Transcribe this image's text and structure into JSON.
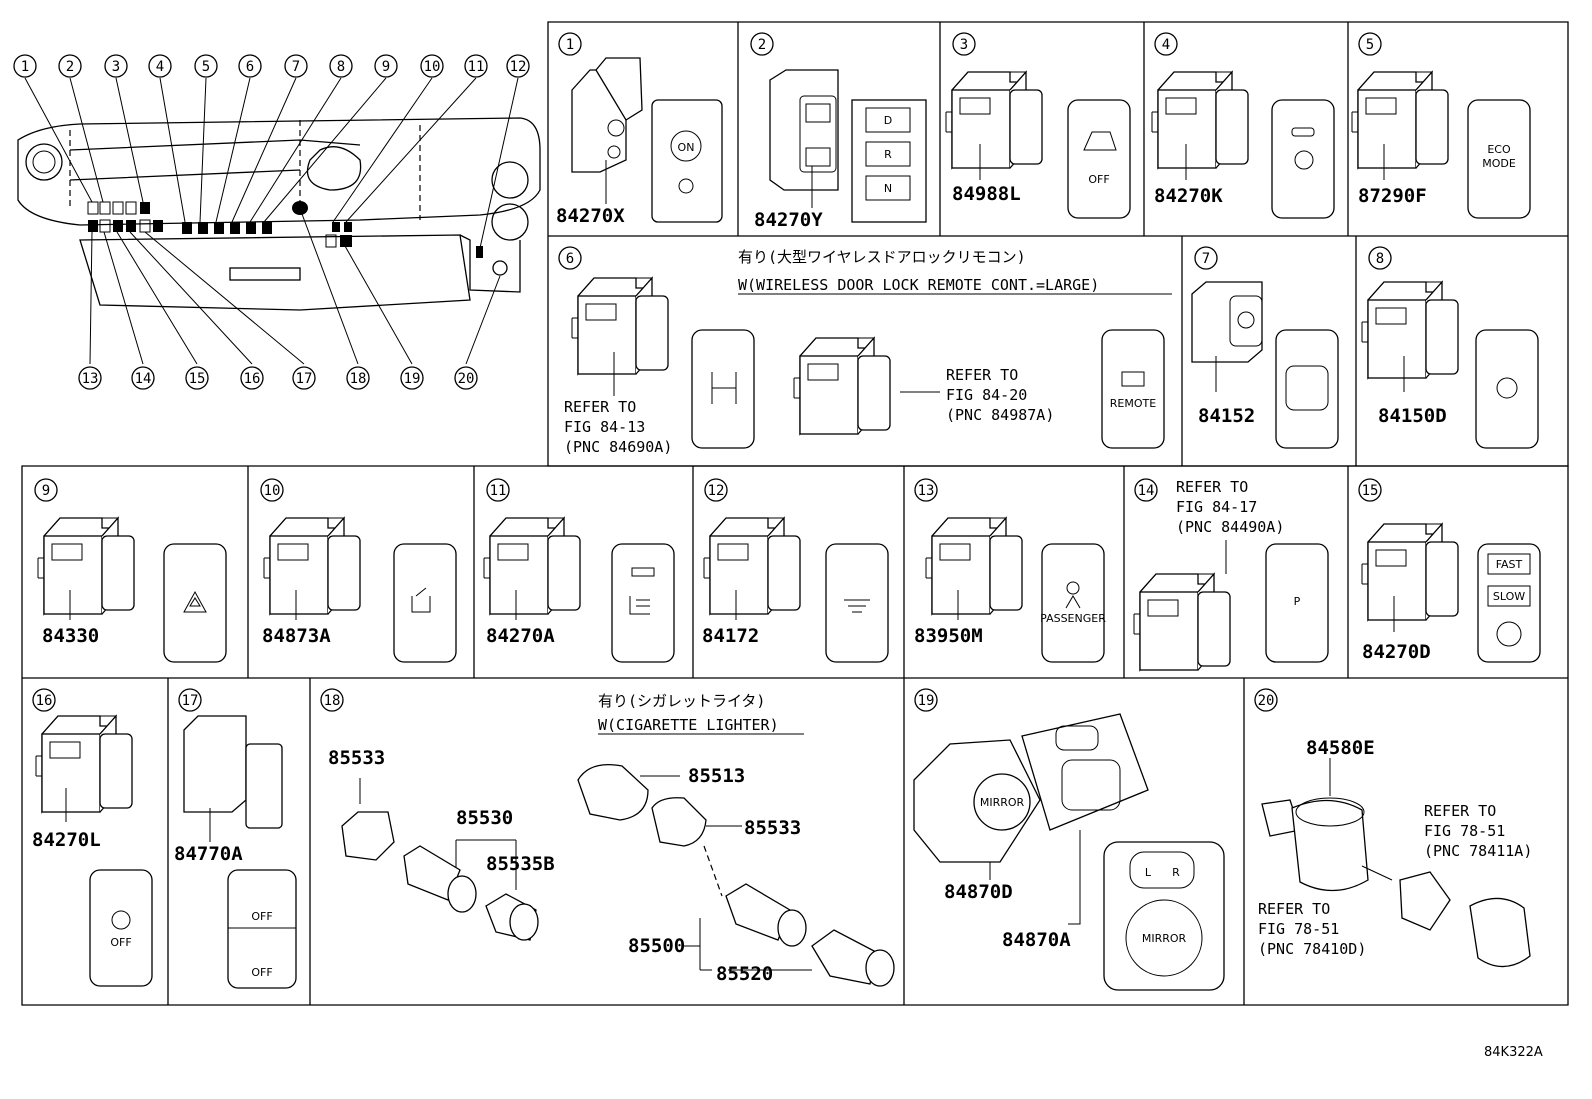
{
  "overview_callouts": [
    "1",
    "2",
    "3",
    "4",
    "5",
    "6",
    "7",
    "8",
    "9",
    "10",
    "11",
    "12",
    "13",
    "14",
    "15",
    "16",
    "17",
    "18",
    "19",
    "20"
  ],
  "panels": [
    {
      "num": "1",
      "parts": [
        "84270X"
      ],
      "face_labels": [
        "ON"
      ]
    },
    {
      "num": "2",
      "parts": [
        "84270Y"
      ],
      "face_labels": [
        "D",
        "R",
        "N"
      ]
    },
    {
      "num": "3",
      "parts": [
        "84988L"
      ],
      "face_labels": [
        "OFF"
      ]
    },
    {
      "num": "4",
      "parts": [
        "84270K"
      ],
      "face_labels": []
    },
    {
      "num": "5",
      "parts": [
        "87290F"
      ],
      "face_labels": [
        "ECO\nMODE"
      ]
    },
    {
      "num": "6",
      "parts": [],
      "face_labels": [
        "REMOTE"
      ],
      "note_jp": "有り(大型ワイヤレスドアロックリモコン)",
      "note_en": "W(WIRELESS DOOR LOCK REMOTE CONT.=LARGE)",
      "refer_left": [
        "REFER TO",
        "FIG 84-13",
        "(PNC 84690A)"
      ],
      "refer_right": [
        "REFER TO",
        "FIG 84-20",
        "(PNC 84987A)"
      ]
    },
    {
      "num": "7",
      "parts": [
        "84152"
      ],
      "face_labels": []
    },
    {
      "num": "8",
      "parts": [
        "84150D"
      ],
      "face_labels": []
    },
    {
      "num": "9",
      "parts": [
        "84330"
      ],
      "face_labels": []
    },
    {
      "num": "10",
      "parts": [
        "84873A"
      ],
      "face_labels": []
    },
    {
      "num": "11",
      "parts": [
        "84270A"
      ],
      "face_labels": []
    },
    {
      "num": "12",
      "parts": [
        "84172"
      ],
      "face_labels": []
    },
    {
      "num": "13",
      "parts": [
        "83950M"
      ],
      "face_labels": [
        "PASSENGER"
      ]
    },
    {
      "num": "14",
      "parts": [],
      "face_labels": [
        "P"
      ],
      "refer": [
        "REFER TO",
        "FIG 84-17",
        "(PNC 84490A)"
      ]
    },
    {
      "num": "15",
      "parts": [
        "84270D"
      ],
      "face_labels": [
        "FAST",
        "SLOW"
      ]
    },
    {
      "num": "16",
      "parts": [
        "84270L"
      ],
      "face_labels": [
        "OFF"
      ]
    },
    {
      "num": "17",
      "parts": [
        "84770A"
      ],
      "face_labels": [
        "OFF",
        "OFF"
      ]
    },
    {
      "num": "18",
      "parts": [
        "85533",
        "85530",
        "85535B",
        "85513",
        "85533",
        "85500",
        "85520"
      ],
      "note_jp": "有り(シガレットライタ)",
      "note_en": "W(CIGARETTE LIGHTER)"
    },
    {
      "num": "19",
      "parts": [
        "84870D",
        "84870A"
      ],
      "face_labels": [
        "L",
        "R",
        "MIRROR"
      ]
    },
    {
      "num": "20",
      "parts": [
        "84580E"
      ],
      "refer_a": [
        "REFER TO",
        "FIG 78-51",
        "(PNC 78411A)"
      ],
      "refer_b": [
        "REFER TO",
        "FIG 78-51",
        "(PNC 78410D)"
      ]
    }
  ],
  "figure_code": "84K322A"
}
